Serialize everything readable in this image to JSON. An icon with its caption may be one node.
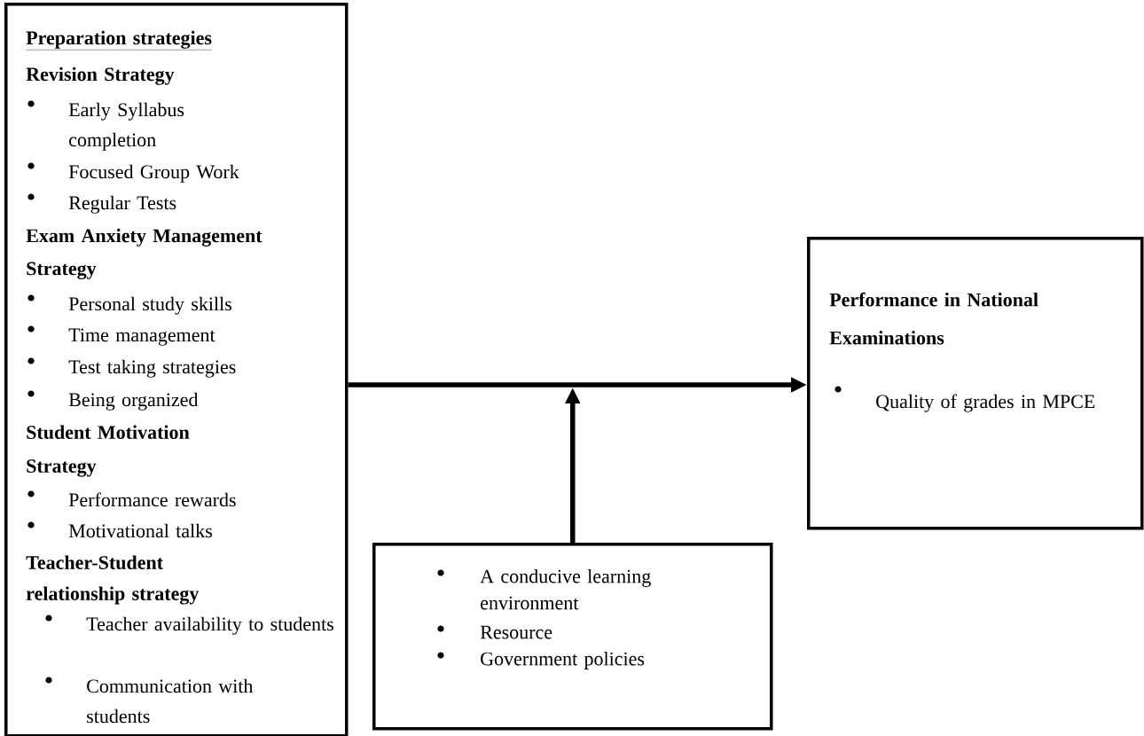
{
  "diagram": {
    "nodes": [
      {
        "text": [
          "Preparation strategies",
          "Revision Strategy",
          "Early Syllabus completion",
          "Focused Group Work",
          "Regular Tests",
          "Exam Anxiety Management Strategy",
          "Personal study skills",
          "Time management",
          "Test taking strategies",
          "Being organized",
          "Student Motivation Strategy",
          "Performance rewards",
          "Motivational talks",
          "Teacher-Student relationship strategy",
          "Teacher availability to students",
          "Communication with students"
        ]
      },
      {
        "text": [
          "Performance in National Examinations",
          "Quality of grades in MPCE"
        ]
      },
      {
        "text": [
          "A conducive learning environment",
          "Resource",
          "Government policies"
        ]
      }
    ],
    "edges": [
      {
        "from": 0,
        "to": 1,
        "arrow": "to"
      },
      {
        "from": 2,
        "to": null,
        "arrow": "to"
      }
    ]
  }
}
